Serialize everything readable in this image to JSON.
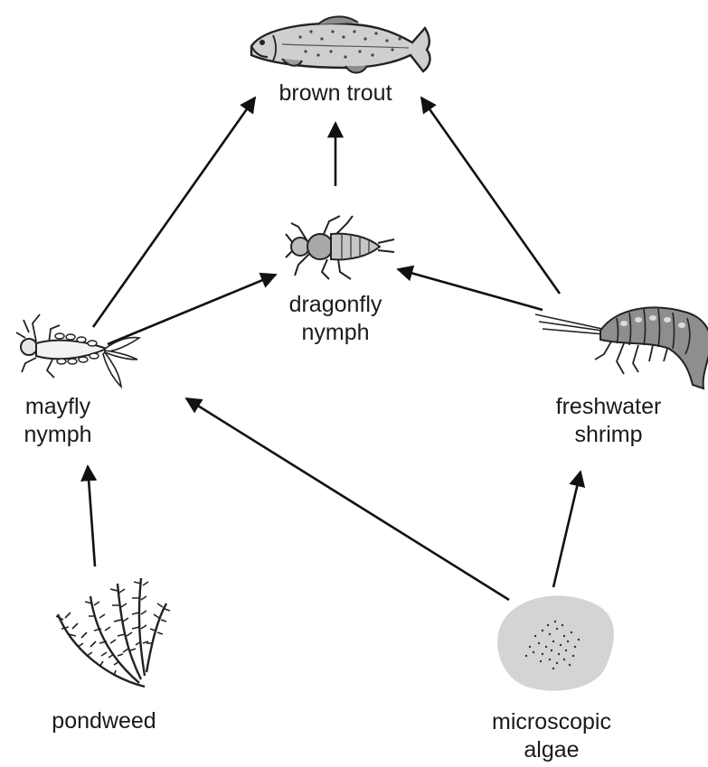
{
  "organisms": {
    "brown_trout": {
      "label": [
        "brown trout"
      ],
      "icon": "fish-icon"
    },
    "dragonfly_nymph": {
      "label": [
        "dragonfly",
        "nymph"
      ],
      "icon": "dragonfly-nymph-icon"
    },
    "mayfly_nymph": {
      "label": [
        "mayfly",
        "nymph"
      ],
      "icon": "mayfly-nymph-icon"
    },
    "freshwater_shrimp": {
      "label": [
        "freshwater",
        "shrimp"
      ],
      "icon": "shrimp-icon"
    },
    "pondweed": {
      "label": [
        "pondweed"
      ],
      "icon": "pondweed-icon"
    },
    "microscopic_algae": {
      "label": [
        "microscopic",
        "algae"
      ],
      "icon": "algae-icon"
    }
  },
  "links": [
    {
      "from": "mayfly_nymph",
      "to": "brown_trout"
    },
    {
      "from": "dragonfly_nymph",
      "to": "brown_trout"
    },
    {
      "from": "freshwater_shrimp",
      "to": "brown_trout"
    },
    {
      "from": "mayfly_nymph",
      "to": "dragonfly_nymph"
    },
    {
      "from": "freshwater_shrimp",
      "to": "dragonfly_nymph"
    },
    {
      "from": "microscopic_algae",
      "to": "mayfly_nymph"
    },
    {
      "from": "pondweed",
      "to": "mayfly_nymph"
    },
    {
      "from": "microscopic_algae",
      "to": "freshwater_shrimp"
    }
  ],
  "colors": {
    "arrow": "#111111",
    "illustration": "#2a2a2a",
    "algae_blob": "#d4d4d4"
  }
}
